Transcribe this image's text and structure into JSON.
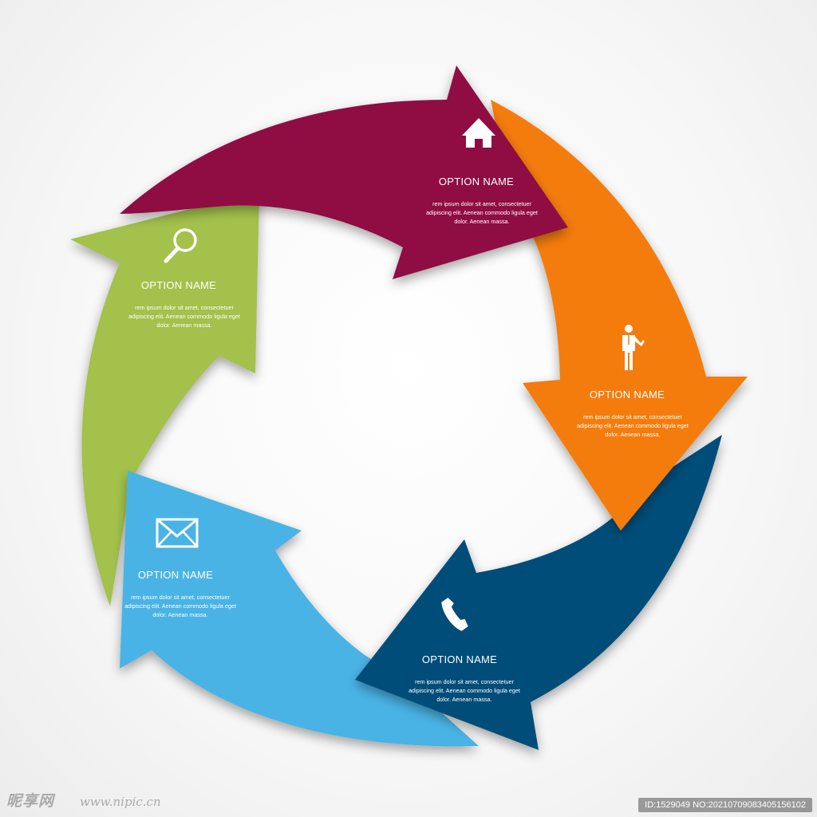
{
  "options": [
    {
      "id": "home",
      "title": "OPTION NAME",
      "body": [
        "rem ipsum dolor sit amet, consectetuer",
        "adipiscing elit. Aenean commodo ligula eget",
        "dolor. Aenean massa."
      ],
      "icon": "home-icon",
      "color": "#8f1043"
    },
    {
      "id": "person",
      "title": "OPTION NAME",
      "body": [
        "rem ipsum dolor sit amet, consectetuer",
        "adipiscing elit. Aenean commodo ligula eget",
        "dolor. Aenean massa."
      ],
      "icon": "person-icon",
      "color": "#f47c0e"
    },
    {
      "id": "phone",
      "title": "OPTION NAME",
      "body": [
        "rem ipsum dolor sit amet, consectetuer",
        "adipiscing elit. Aenean commodo ligula eget",
        "dolor. Aenean massa."
      ],
      "icon": "phone-icon",
      "color": "#044e79"
    },
    {
      "id": "mail",
      "title": "OPTION NAME",
      "body": [
        "rem ipsum dolor sit amet, consectetuer",
        "adipiscing elit. Aenean commodo ligula eget",
        "dolor. Aenean massa."
      ],
      "icon": "mail-icon",
      "color": "#4ab3e5"
    },
    {
      "id": "search",
      "title": "OPTION NAME",
      "body": [
        "rem ipsum dolor sit amet, consectetuer",
        "adipiscing elit. Aenean commodo ligula eget",
        "dolor. Aenean massa."
      ],
      "icon": "search-icon",
      "color": "#a3c14c"
    }
  ],
  "watermark": {
    "logo": "昵享网",
    "url": "www.nipic.cn",
    "id": "ID:1529049 NO:20210709083405156102"
  }
}
